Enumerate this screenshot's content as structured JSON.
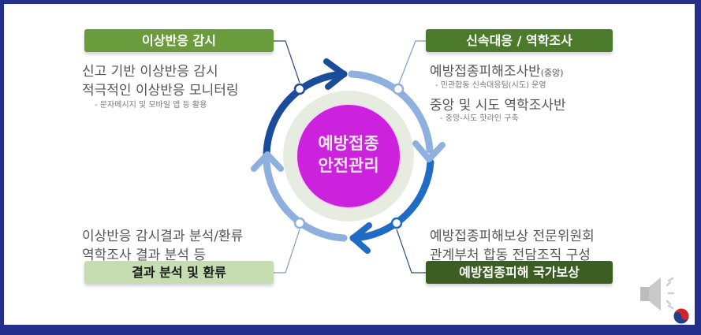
{
  "center": {
    "line1": "예방접종",
    "line2": "안전관리"
  },
  "top_left": {
    "title": "이상반응 감시",
    "lines": [
      "신고 기반 이상반응 감시",
      "적극적인 이상반응 모니터링"
    ],
    "note": "- 문자메시지 및 모바일 앱 등 활용"
  },
  "top_right": {
    "title": "신속대응 / 역학조사",
    "line1": "예방접종피해조사반",
    "line1_suffix": "(중앙)",
    "note1": "- 민관합동 신속대응팀(시도) 운영",
    "line2": "중앙 및 시도 역학조사반",
    "note2": "- 중앙-시도 핫라인 구축"
  },
  "bottom_left": {
    "title": "결과 분석 및 환류",
    "lines": [
      "이상반응 감시결과 분석/환류",
      "역학조사 결과 분석 등"
    ]
  },
  "bottom_right": {
    "title": "예방접종피해 국가보상",
    "lines": [
      "예방접종피해보상 전문위원회",
      "관계부처 합동 전담조직 구성"
    ]
  },
  "colors": {
    "frame": "#24308a",
    "center": "#cc22dd",
    "arc_dark": "#1a4c9c",
    "arc_mid": "#1f6cc4",
    "arc_light": "#8fb0de"
  }
}
